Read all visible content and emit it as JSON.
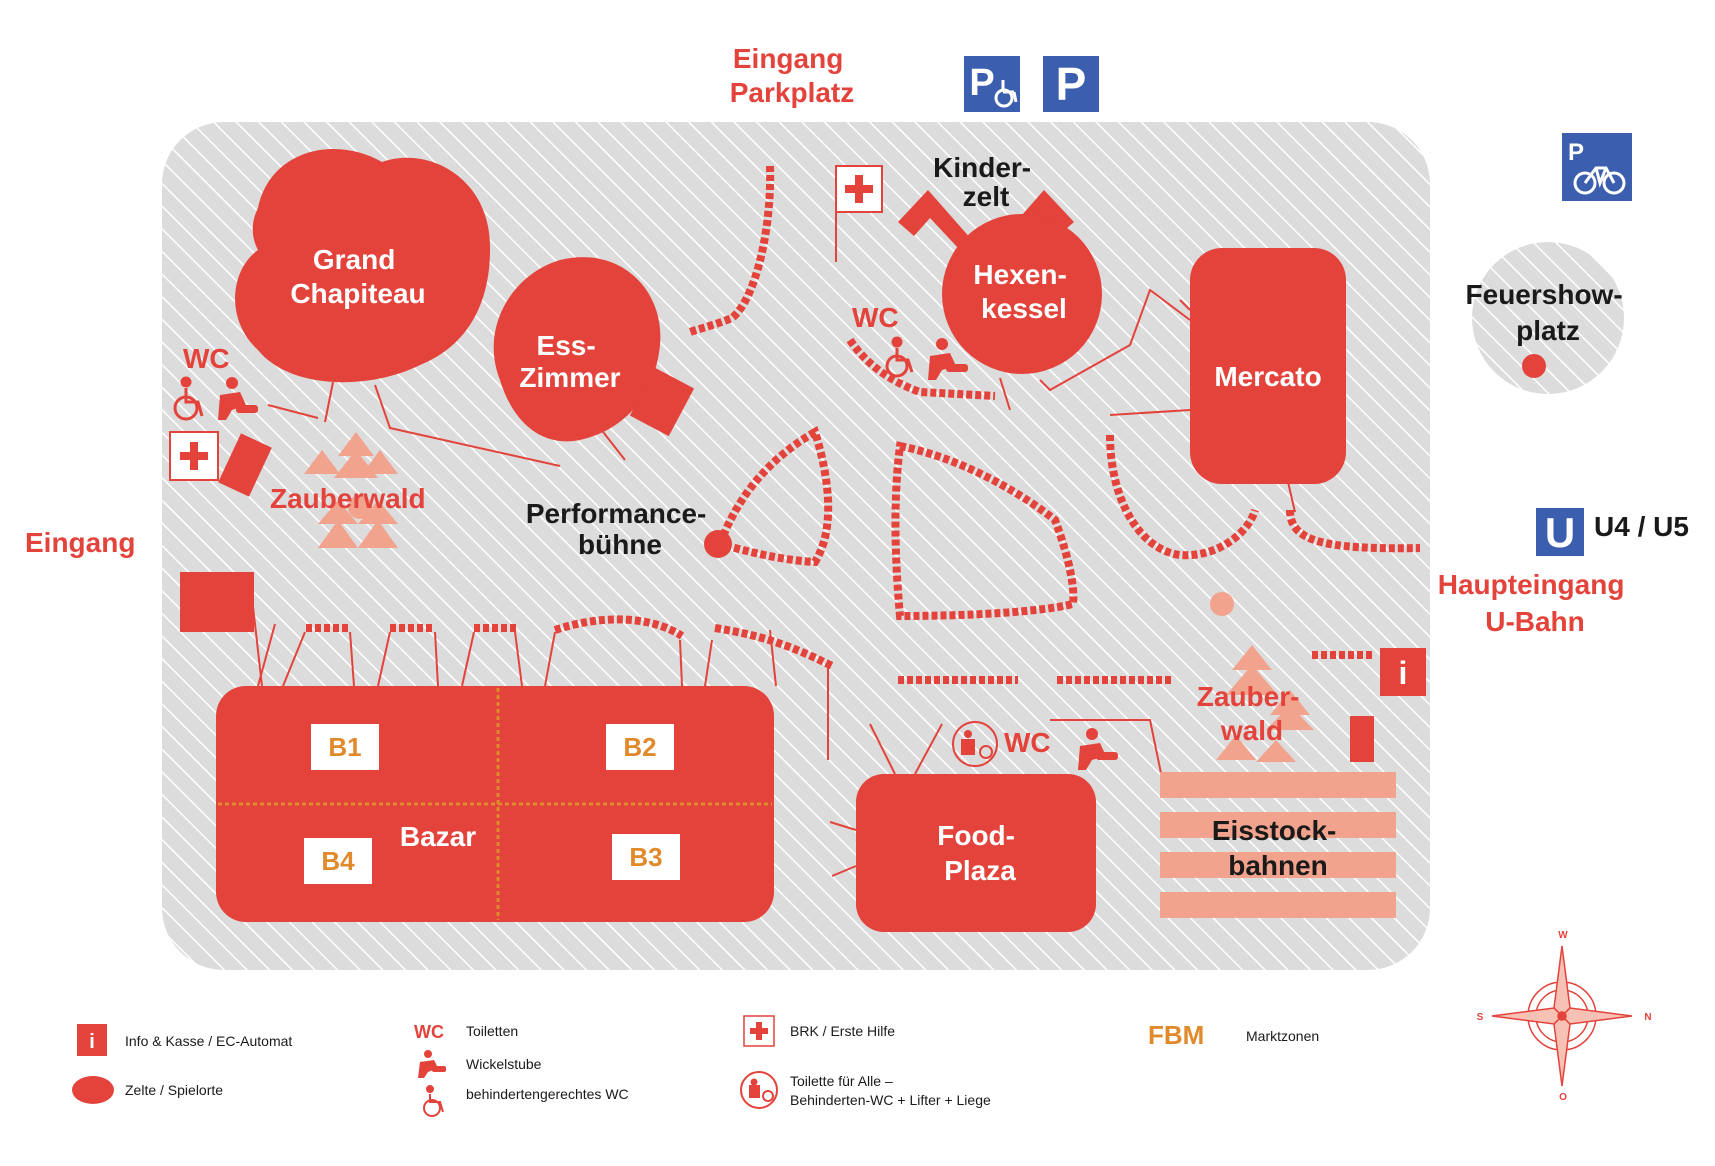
{
  "colors": {
    "red": "#e3433b",
    "salmon": "#f2a38e",
    "blue": "#3b5fae",
    "orange": "#e08a2c",
    "ground": "#dcdcdc",
    "hatch": "#ffffff"
  },
  "entrances": {
    "parking": "Eingang\nParkplatz",
    "parking_line1": "Eingang",
    "parking_line2": "Parkplatz",
    "west": "Eingang",
    "main_line1": "Haupteingang",
    "main_line2": "U-Bahn",
    "ubahn_lines": "U4 / U5",
    "ubahn_symbol": "U"
  },
  "signs": {
    "parking_symbol": "P",
    "disabled_parking_symbol": "P",
    "bike_parking_symbol": "P"
  },
  "venues": {
    "grand_chapiteau_1": "Grand",
    "grand_chapiteau_2": "Chapiteau",
    "esszimmer_1": "Ess-",
    "esszimmer_2": "Zimmer",
    "hexenkessel_1": "Hexen-",
    "hexenkessel_2": "kessel",
    "kinderzelt_1": "Kinder-",
    "kinderzelt_2": "zelt",
    "mercato": "Mercato",
    "feuershow_1": "Feuershow-",
    "feuershow_2": "platz",
    "performance_1": "Performance-",
    "performance_2": "bühne",
    "zauberwald_west": "Zauberwald",
    "zauberwald_east_1": "Zauber-",
    "zauberwald_east_2": "wald",
    "bazar": "Bazar",
    "food_1": "Food-",
    "food_2": "Plaza",
    "eisstock_1": "Eisstock-",
    "eisstock_2": "bahnen"
  },
  "bazar_sections": [
    "B1",
    "B2",
    "B3",
    "B4"
  ],
  "wc_label": "WC",
  "info_symbol": "i",
  "legend": {
    "info": "Info & Kasse / EC-Automat",
    "tents": "Zelte / Spielorte",
    "wc_symbol": "WC",
    "wc": "Toiletten",
    "changing": "Wickelstube",
    "accessible_wc": "behindertengerechtes WC",
    "first_aid": "BRK / Erste Hilfe",
    "toilet_all_1": "Toilette für Alle –",
    "toilet_all_2": "Behinderten-WC + Lifter + Liege",
    "market_zones_logo": "FBM",
    "market_zones": "Marktzonen"
  },
  "compass": {
    "north": "N",
    "south": "S",
    "west": "W",
    "east": "O"
  }
}
